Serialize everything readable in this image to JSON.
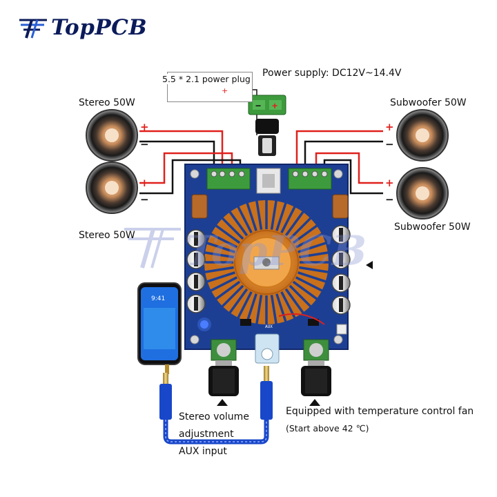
{
  "brand": {
    "name": "TopPCB",
    "watermark": "TopPCB"
  },
  "labels": {
    "power_plug": "5.5 * 2.1 power plug",
    "plug_plus": "+",
    "power_supply": "Power supply: DC12V~14.4V",
    "stereo_top": "Stereo 50W",
    "stereo_bottom": "Stereo 50W",
    "sub_top": "Subwoofer 50W",
    "sub_bottom": "Subwoofer 50W",
    "volume": "Stereo volume",
    "volume_2": "adjustment",
    "aux": "AUX input",
    "fan": "Equipped with temperature control fan",
    "fan_2": "(Start above 42 ℃)",
    "phone_time": "9:41",
    "aux_silk": "AUX"
  },
  "polarity": {
    "plus": "+",
    "minus": "−"
  },
  "colors": {
    "brand_navy": "#0b1b5a",
    "pcb_blue": "#1d3f93",
    "heatsink_orange": "#e0892a",
    "wire_red": "#e0201c",
    "wire_black": "#111111",
    "cable_blue": "#1947c9",
    "terminal_green": "#3d9b3d"
  }
}
